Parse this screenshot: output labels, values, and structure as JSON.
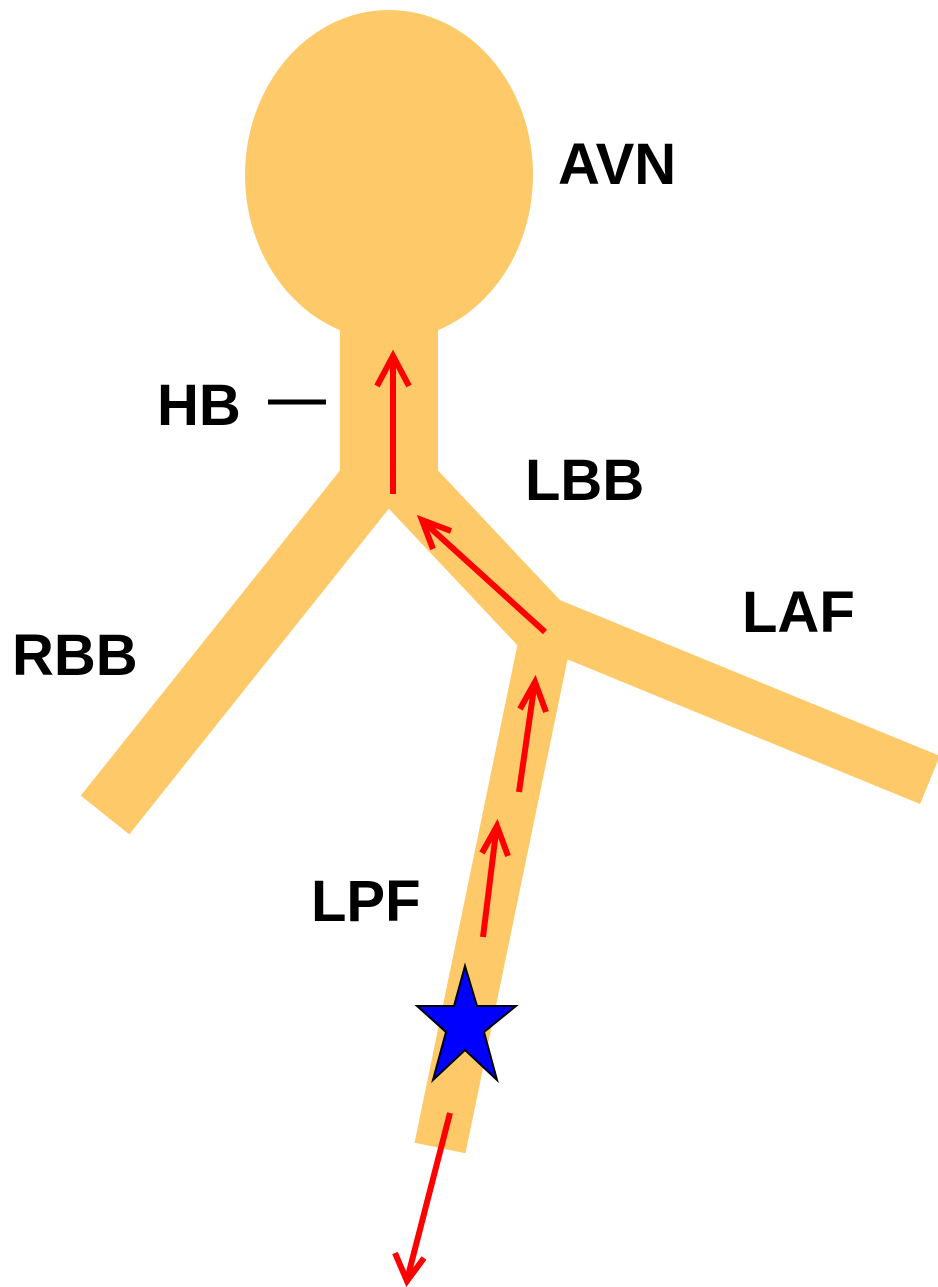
{
  "labels": {
    "avn": "AVN",
    "hb": "HB",
    "lbb": "LBB",
    "laf": "LAF",
    "rbb": "RBB",
    "lpf": "LPF"
  },
  "colors": {
    "conduction_tissue": "#FDC969",
    "arrow": "#FF0000",
    "star_fill": "#0000FF",
    "star_stroke": "#000000",
    "label_text": "#000000"
  },
  "markers": {
    "origin": "blue star (ectopic focus on LPF)"
  }
}
